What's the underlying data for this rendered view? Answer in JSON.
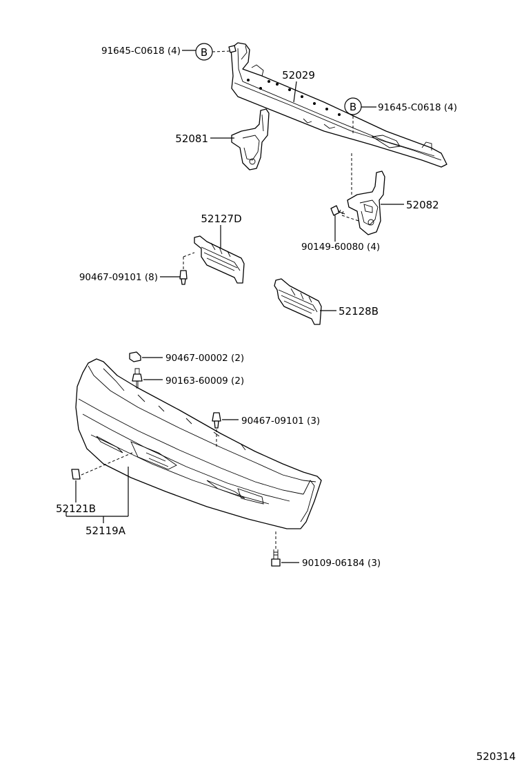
{
  "diagram_id": "520314",
  "callouts": {
    "c1": "91645-C0618 (4)",
    "c2": "52029",
    "c3": "91645-C0618 (4)",
    "c4": "52081",
    "c5": "52082",
    "c6": "52127D",
    "c7": "90149-60080 (4)",
    "c8": "90467-09101 (8)",
    "c9": "52128B",
    "c10": "90467-00002 (2)",
    "c11": "90163-60009 (2)",
    "c12": "90467-09101 (3)",
    "c13": "52121B",
    "c14": "52119A",
    "c15": "90109-06184 (3)"
  },
  "ref_markers": {
    "left": "B",
    "right": "B"
  }
}
